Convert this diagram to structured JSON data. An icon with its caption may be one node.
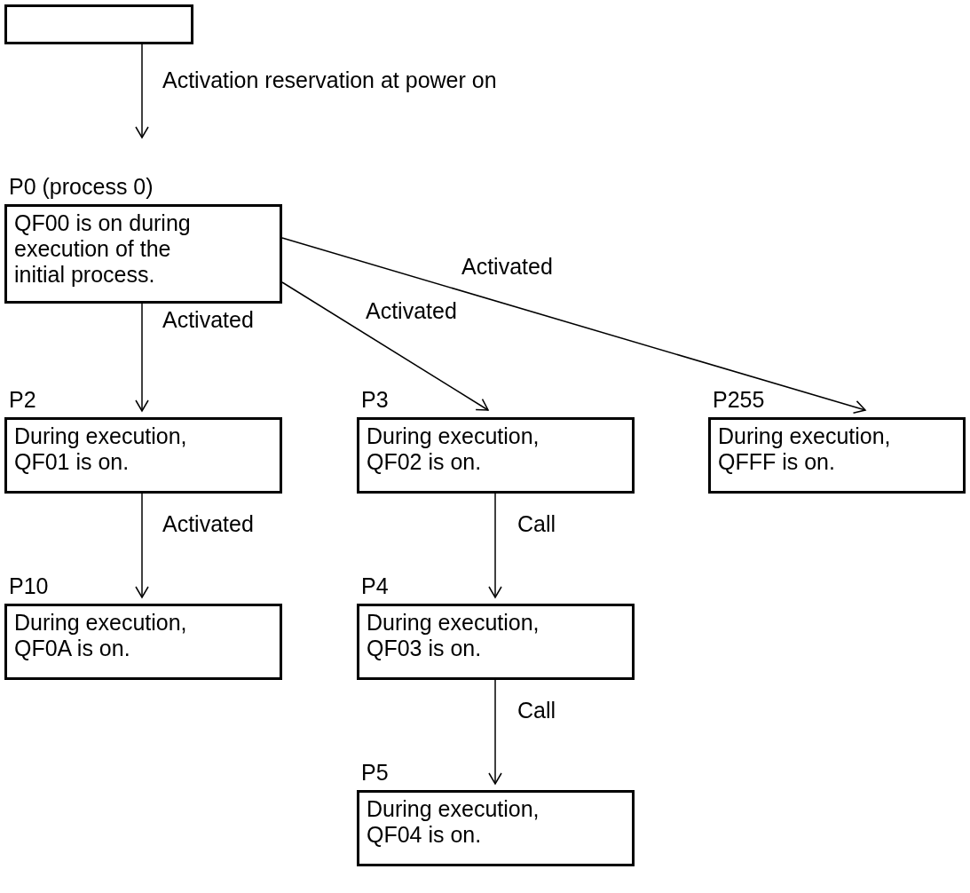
{
  "diagram": {
    "nodes": [
      {
        "text": [],
        "shape": "box"
      },
      {
        "text": [
          "P0 (process 0)",
          "QF00 is on during execution of the initial process."
        ]
      },
      {
        "text": [
          "P2",
          "During execution, QF01 is on."
        ]
      },
      {
        "text": [
          "P3",
          "During execution, QF02 is on."
        ]
      },
      {
        "text": [
          "P255",
          "During execution, QFFF is on."
        ]
      },
      {
        "text": [
          "P10",
          "During execution, QF0A is on."
        ]
      },
      {
        "text": [
          "P4",
          "During execution, QF03 is on."
        ]
      },
      {
        "text": [
          "P5",
          "During execution, QF04 is on."
        ]
      }
    ],
    "edges": [
      {
        "from": 0,
        "to": 1,
        "arrow": "to",
        "label": "Activation reservation at power on"
      },
      {
        "from": 1,
        "to": 2,
        "arrow": "to",
        "label": "Activated"
      },
      {
        "from": 1,
        "to": 3,
        "arrow": "to",
        "label": "Activated"
      },
      {
        "from": 1,
        "to": 4,
        "arrow": "to",
        "label": "Activated"
      },
      {
        "from": 2,
        "to": 5,
        "arrow": "to",
        "label": "Activated"
      },
      {
        "from": 3,
        "to": 6,
        "arrow": "to",
        "label": "Call"
      },
      {
        "from": 6,
        "to": 7,
        "arrow": "to",
        "label": "Call"
      }
    ]
  }
}
